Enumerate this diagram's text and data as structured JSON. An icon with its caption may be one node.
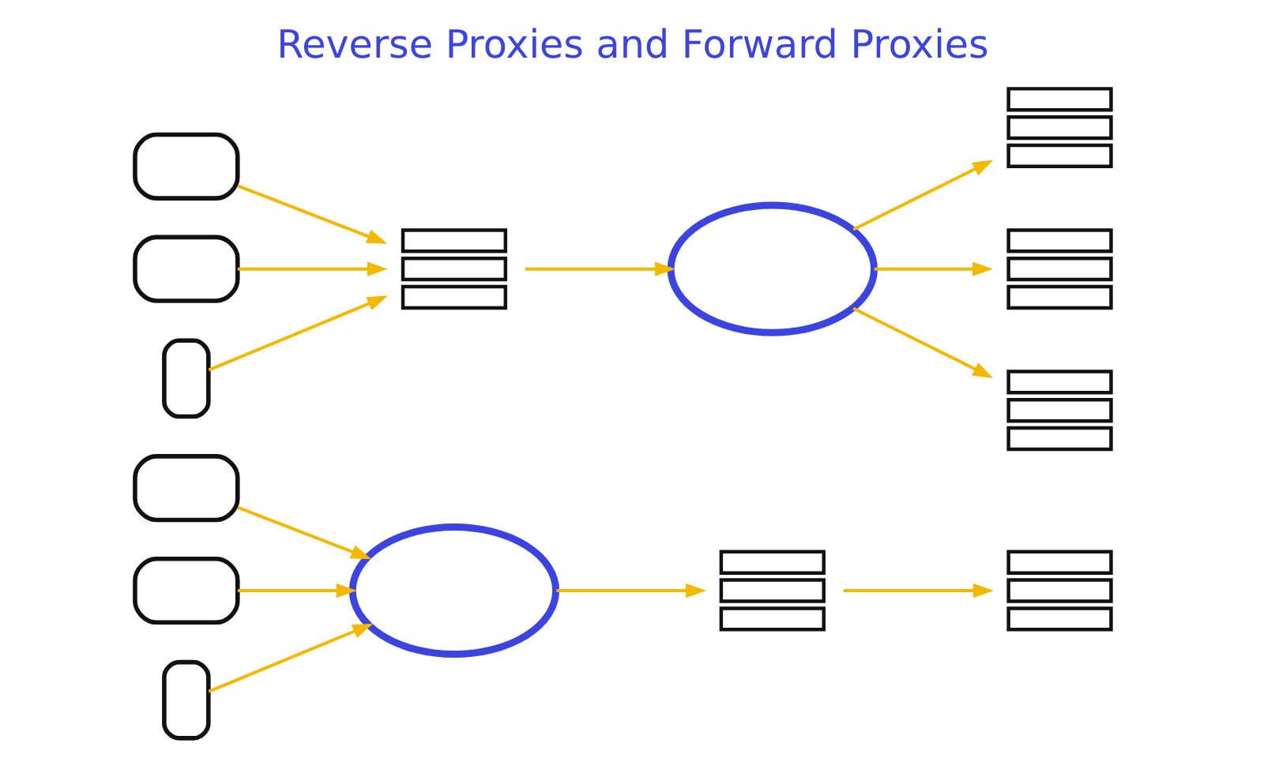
{
  "diagram": {
    "title": "Reverse Proxies and Forward Proxies",
    "nodes": [
      {
        "text": [],
        "shape": "laptop"
      },
      {
        "text": [],
        "shape": "laptop"
      },
      {
        "text": [],
        "shape": "phone"
      },
      {
        "text": [],
        "shape": "server"
      },
      {
        "text": [],
        "shape": "cloud"
      },
      {
        "text": [],
        "shape": "server"
      },
      {
        "text": [],
        "shape": "server"
      },
      {
        "text": [],
        "shape": "server"
      },
      {
        "text": [],
        "shape": "laptop"
      },
      {
        "text": [],
        "shape": "laptop"
      },
      {
        "text": [],
        "shape": "phone"
      },
      {
        "text": [],
        "shape": "cloud"
      },
      {
        "text": [],
        "shape": "server"
      },
      {
        "text": [],
        "shape": "server"
      }
    ],
    "edges": [
      {
        "from": 0,
        "to": 3,
        "arrow": "to"
      },
      {
        "from": 1,
        "to": 3,
        "arrow": "to"
      },
      {
        "from": 2,
        "to": 3,
        "arrow": "to"
      },
      {
        "from": 3,
        "to": 4,
        "arrow": "to"
      },
      {
        "from": 4,
        "to": 5,
        "arrow": "to"
      },
      {
        "from": 4,
        "to": 6,
        "arrow": "to"
      },
      {
        "from": 4,
        "to": 7,
        "arrow": "to"
      },
      {
        "from": 8,
        "to": 11,
        "arrow": "to"
      },
      {
        "from": 9,
        "to": 11,
        "arrow": "to"
      },
      {
        "from": 10,
        "to": 11,
        "arrow": "to"
      },
      {
        "from": 11,
        "to": 12,
        "arrow": "to"
      },
      {
        "from": 12,
        "to": 13,
        "arrow": "to"
      }
    ]
  }
}
